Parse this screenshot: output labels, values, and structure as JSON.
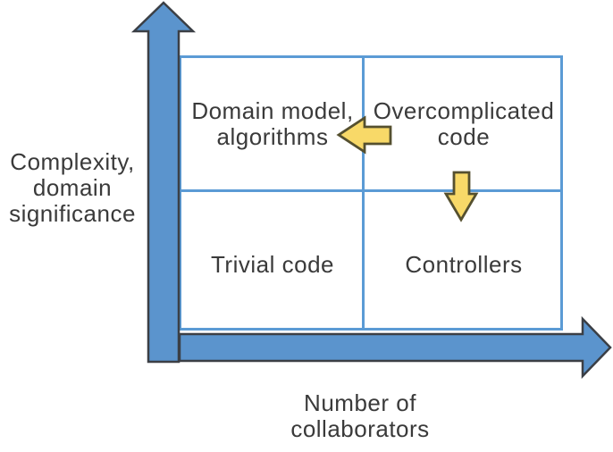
{
  "diagram": {
    "title": "code complexity vs collaborators quadrant diagram",
    "y_axis": {
      "lines": [
        "Complexity,",
        "domain",
        "significance"
      ],
      "arrow_direction": "up"
    },
    "x_axis": {
      "lines": [
        "Number of",
        "collaborators"
      ],
      "arrow_direction": "right"
    },
    "quadrants": {
      "top_left": {
        "lines": [
          "Domain model,",
          "algorithms"
        ]
      },
      "top_right": {
        "lines": [
          "Overcomplicated",
          "code"
        ]
      },
      "bottom_left": {
        "label": "Trivial code"
      },
      "bottom_right": {
        "label": "Controllers"
      }
    },
    "transition_arrows": [
      {
        "name": "overcomplicated-to-domain-model",
        "direction": "left"
      },
      {
        "name": "overcomplicated-to-controllers",
        "direction": "down"
      }
    ]
  },
  "colors": {
    "background": "#ffffff",
    "axis_arrow_fill": "#5b94cd",
    "axis_arrow_stroke": "#3b3f45",
    "grid_line": "#5b9bd5",
    "transition_arrow_fill": "#f8d968",
    "transition_arrow_stroke": "#55502f",
    "text": "#3a3a3a"
  }
}
